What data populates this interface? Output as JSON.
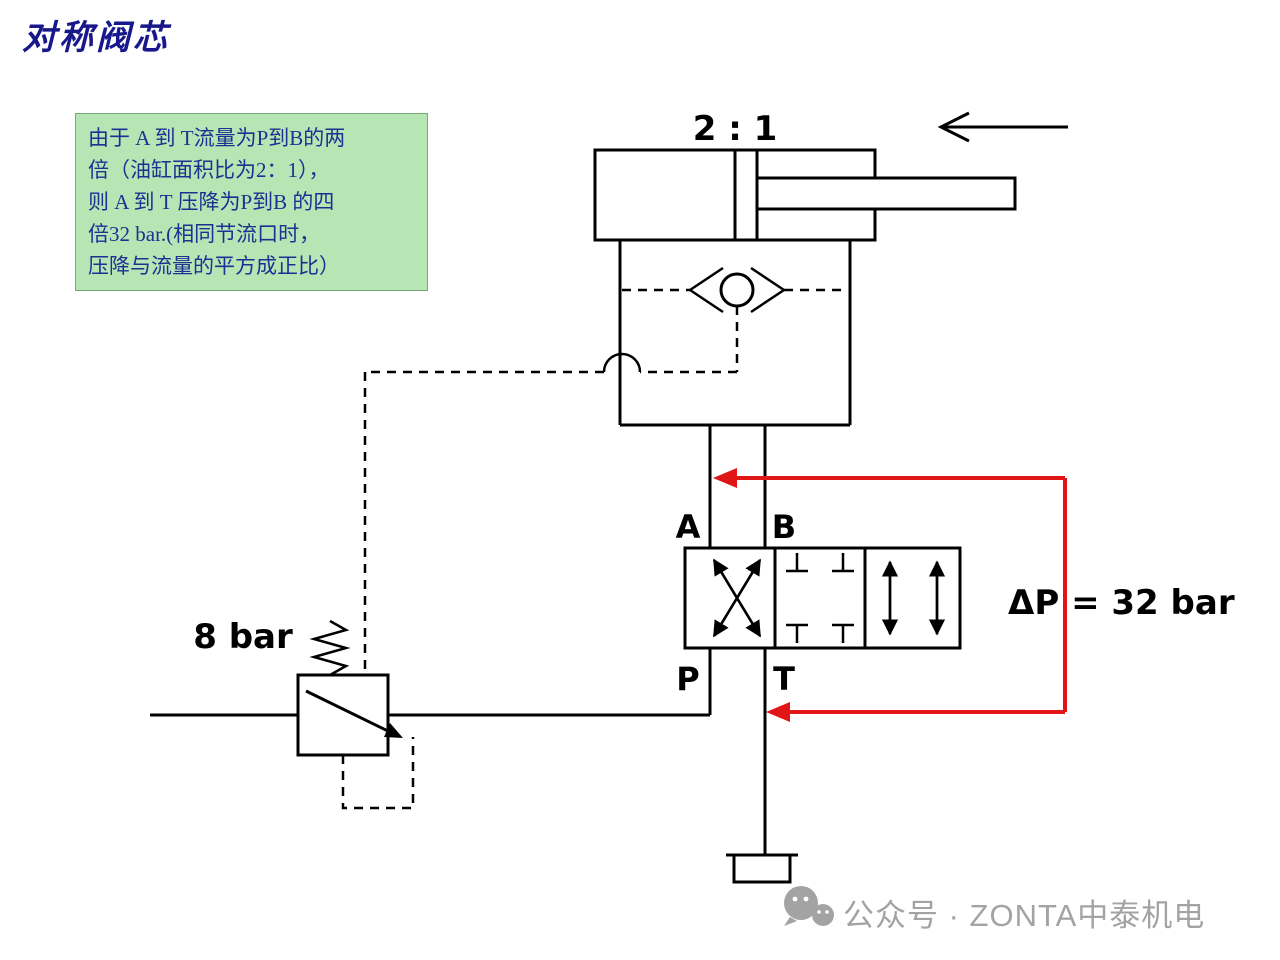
{
  "slide": {
    "title": "对称阀芯"
  },
  "note": {
    "lines": [
      "由于 A 到 T流量为P到B的两",
      "倍（油缸面积比为2：1），",
      "则 A 到 T 压降为P到B 的四",
      "倍32 bar.(相同节流口时，",
      "压降与流量的平方成正比）"
    ]
  },
  "diagram": {
    "labels": {
      "ratio": "2 : 1",
      "port_a": "A",
      "port_b": "B",
      "port_p": "P",
      "port_t": "T",
      "pressure_drop": "ΔP = 32 bar",
      "relief_setting": "8 bar"
    }
  },
  "watermark": {
    "text": "公众号 · ZONTA中泰机电"
  },
  "colors": {
    "title_blue": "#18188c",
    "note_bg": "#b6e6b4",
    "note_text": "#1e3092",
    "line_black": "#000000",
    "flow_red": "#e01616",
    "watermark_gray": "#a3a3a3"
  }
}
